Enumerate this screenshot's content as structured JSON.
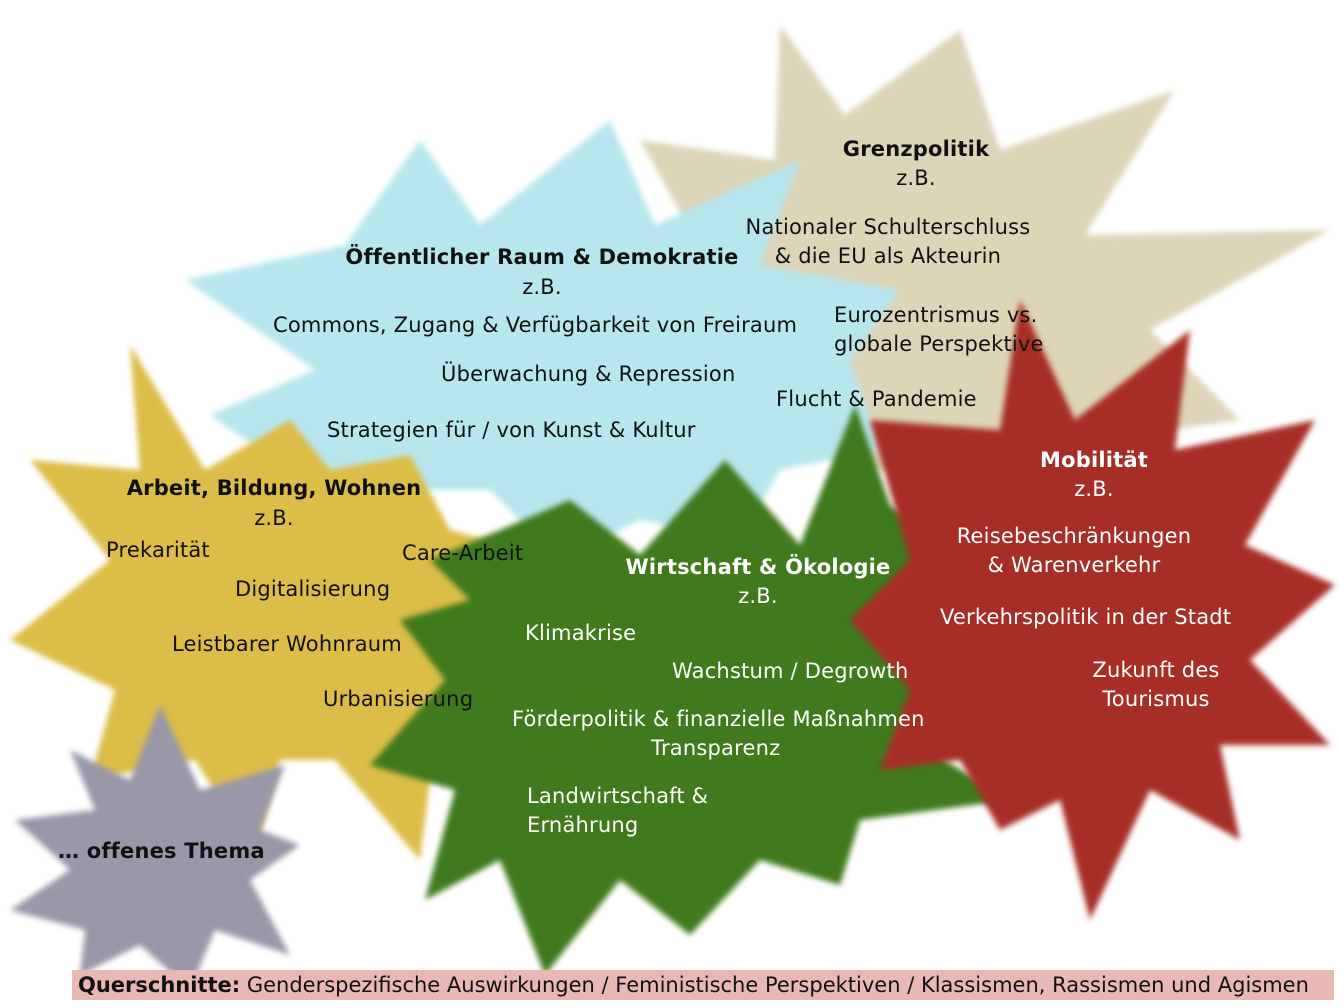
{
  "colors": {
    "beige": "#ddd5b8",
    "lightblue": "#b8e6ee",
    "yellow": "#dcbd47",
    "green": "#3f7a1e",
    "red": "#a72e28",
    "gray": "#9a97a8",
    "footer_bg": "#e8b8b4"
  },
  "grenzpolitik": {
    "title": "Grenzpolitik",
    "zb": "z.B.",
    "item1_line1": "Nationaler Schulterschluss",
    "item1_line2": "& die EU als Akteurin",
    "item2_line1": "Eurozentrismus vs.",
    "item2_line2": "globale Perspektive",
    "item3": "Flucht & Pandemie"
  },
  "raum": {
    "title": "Öffentlicher Raum & Demokratie",
    "zb": "z.B.",
    "item1": "Commons, Zugang & Verfügbarkeit von Freiraum",
    "item2": "Überwachung & Repression",
    "item3": "Strategien für / von Kunst & Kultur"
  },
  "arbeit": {
    "title": "Arbeit, Bildung, Wohnen",
    "zb": "z.B.",
    "item1": "Prekarität",
    "item2": "Care-Arbeit",
    "item3": "Digitalisierung",
    "item4": "Leistbarer Wohnraum",
    "item5": "Urbanisierung"
  },
  "wirtschaft": {
    "title": "Wirtschaft & Ökologie",
    "zb": "z.B.",
    "item1": "Klimakrise",
    "item2": "Wachstum / Degrowth",
    "item3": "Förderpolitik & finanzielle Maßnahmen",
    "item4": "Transparenz",
    "item5_line1": "Landwirtschaft &",
    "item5_line2": "Ernährung"
  },
  "mobilitaet": {
    "title": "Mobilität",
    "zb": "z.B.",
    "item1_line1": "Reisebeschränkungen",
    "item1_line2": "& Warenverkehr",
    "item2": "Verkehrspolitik in der Stadt",
    "item3_line1": "Zukunft des",
    "item3_line2": "Tourismus"
  },
  "offen": {
    "title": "… offenes Thema"
  },
  "footer": {
    "label": "Querschnitte:",
    "text": " Genderspezifische Auswirkungen / Feministische Perspektiven / Klassismen, Rassismen und Agismen"
  }
}
